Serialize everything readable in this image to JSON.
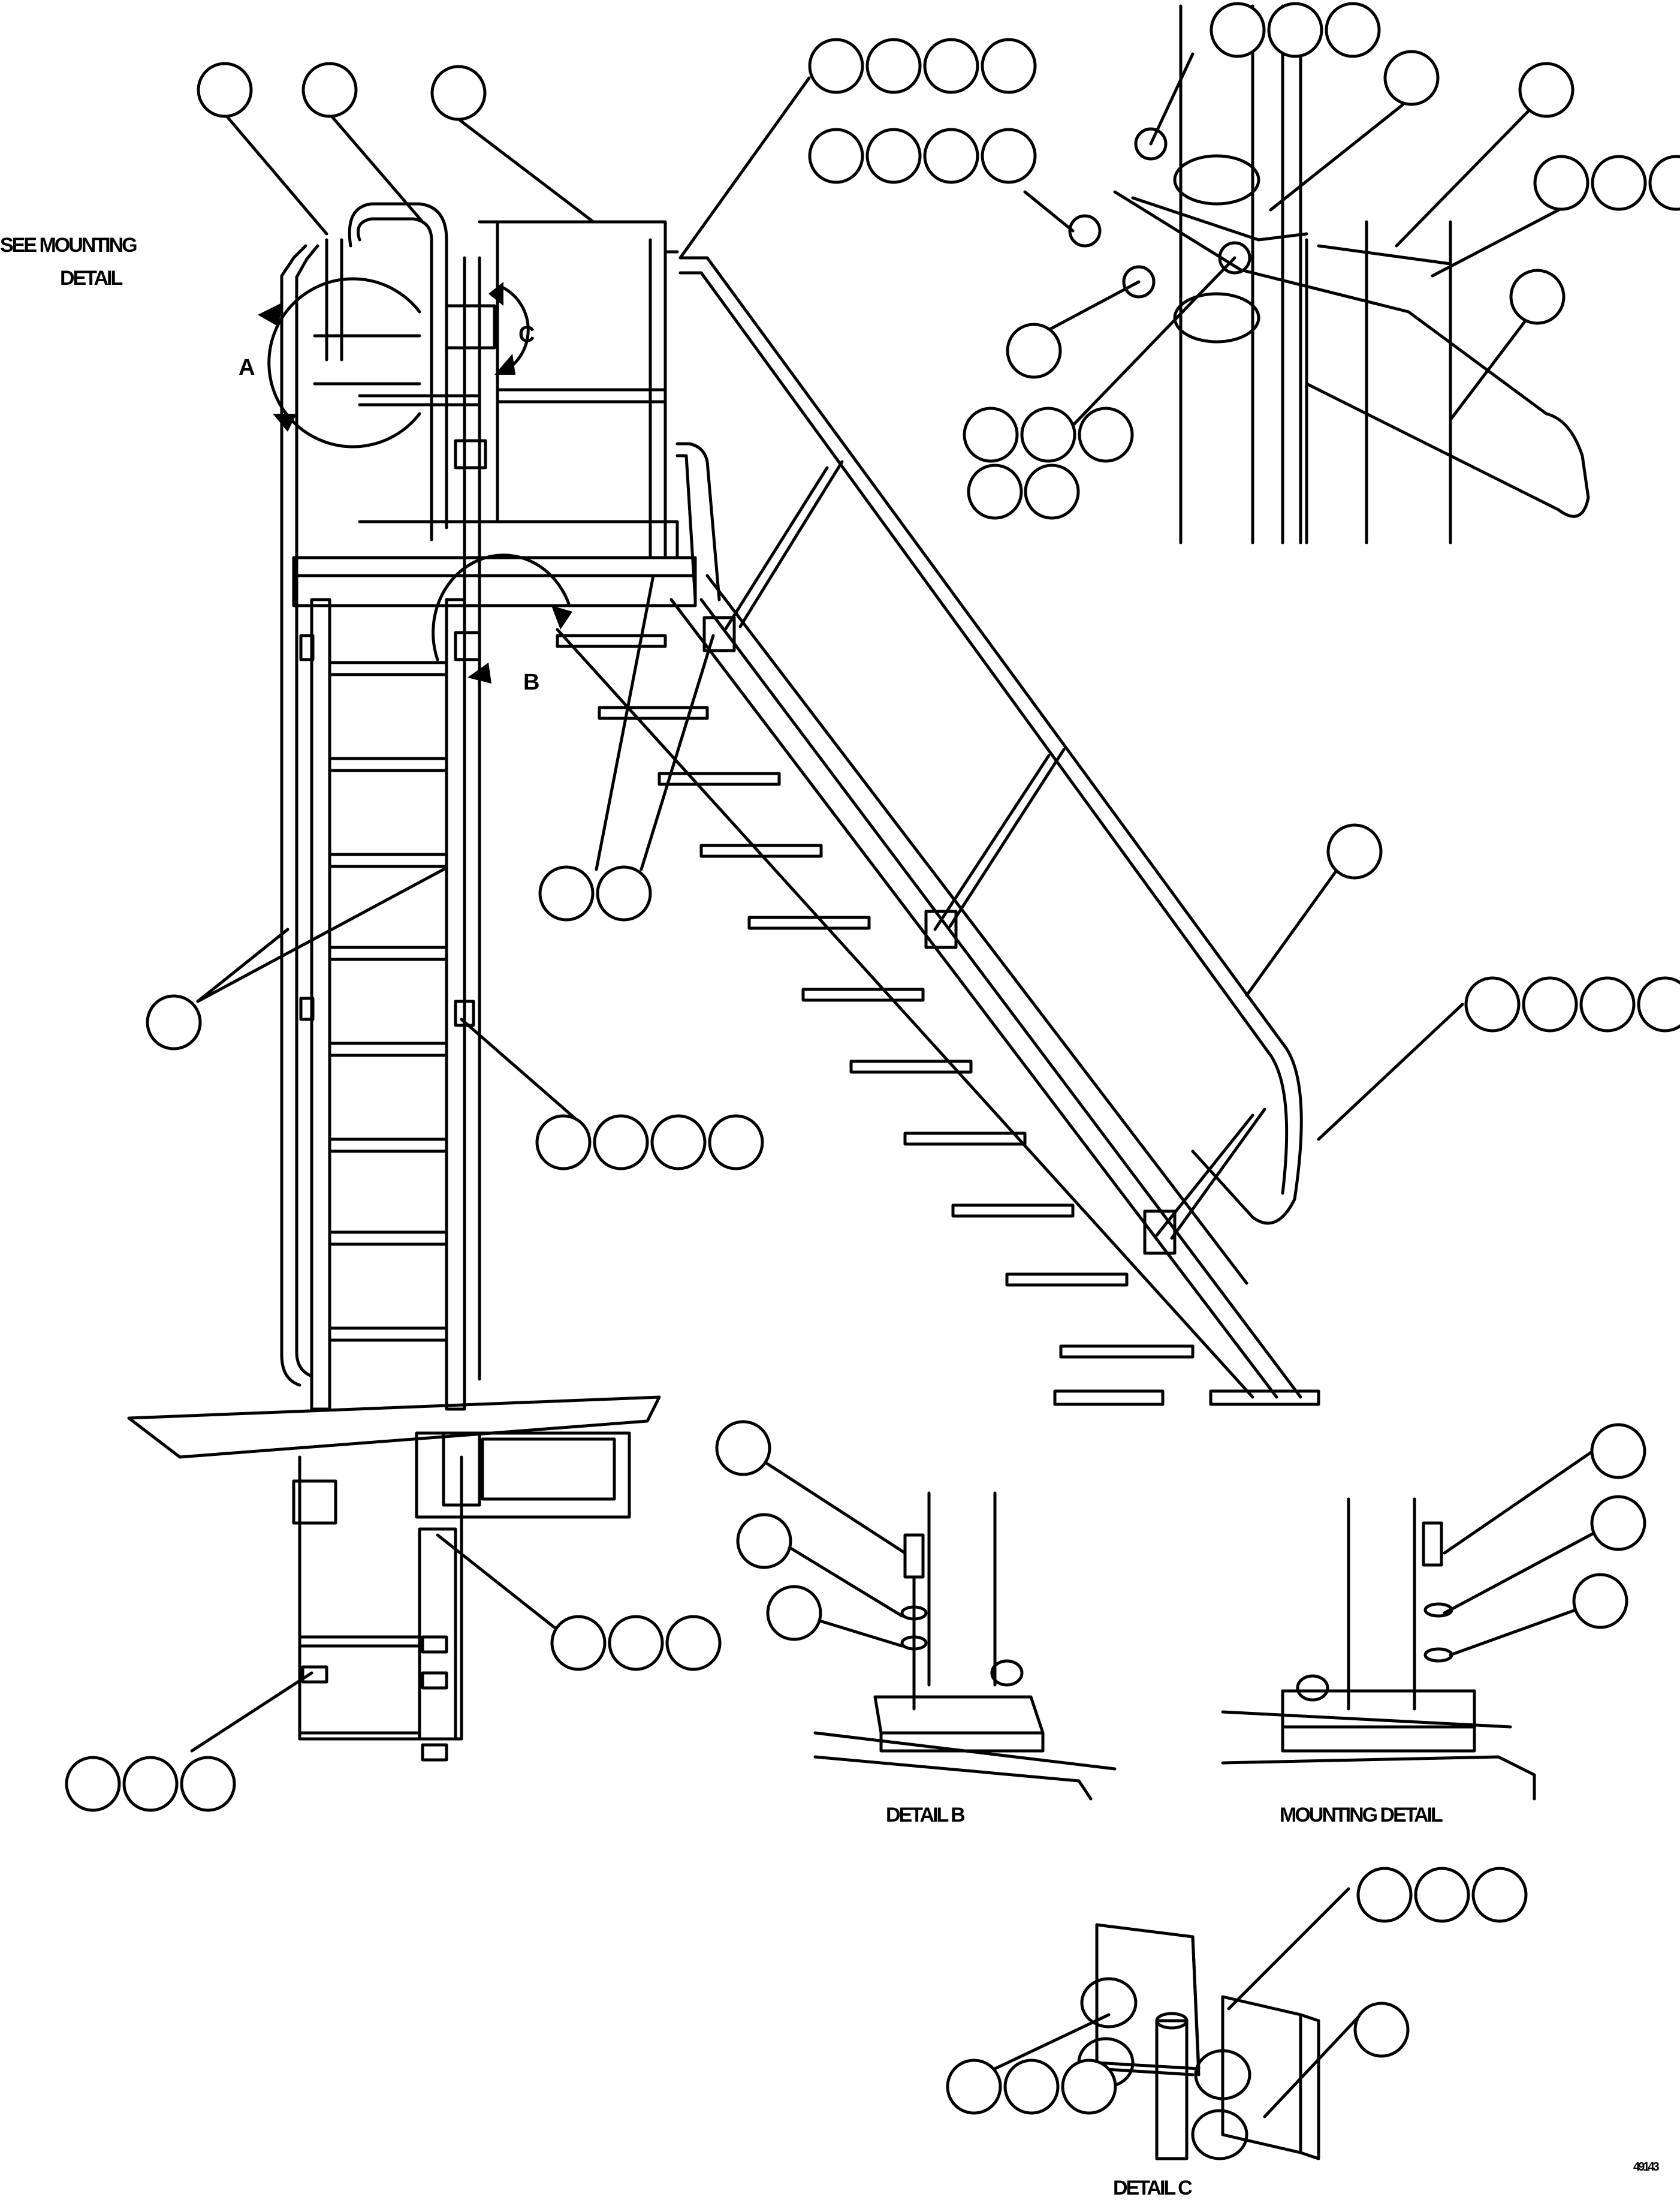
{
  "labels": {
    "see_mounting": "SEE MOUNTING",
    "detail_word": "DETAIL",
    "view_a": "A",
    "view_b": "B",
    "view_c": "C",
    "detail_b": "DETAIL B",
    "mounting_detail": "MOUNTING DETAIL",
    "detail_c": "DETAIL C",
    "figure_id": "49143"
  },
  "callouts": [
    {
      "id": "callout-1",
      "count": 1
    },
    {
      "id": "callout-2",
      "count": 1
    },
    {
      "id": "callout-3",
      "count": 1
    },
    {
      "id": "callout-4",
      "count": 4
    },
    {
      "id": "callout-5",
      "count": 4
    },
    {
      "id": "callout-6",
      "count": 3
    },
    {
      "id": "callout-7",
      "count": 1
    },
    {
      "id": "callout-8",
      "count": 1
    },
    {
      "id": "callout-9",
      "count": 3
    },
    {
      "id": "callout-10",
      "count": 1
    },
    {
      "id": "callout-11",
      "count": 1
    },
    {
      "id": "callout-12",
      "count": 5
    },
    {
      "id": "callout-13",
      "count": 2
    },
    {
      "id": "callout-14",
      "count": 1
    },
    {
      "id": "callout-15",
      "count": 1
    },
    {
      "id": "callout-16",
      "count": 4
    },
    {
      "id": "callout-17",
      "count": 4
    },
    {
      "id": "callout-18",
      "count": 3
    },
    {
      "id": "callout-19",
      "count": 3
    },
    {
      "id": "callout-20",
      "count": 1
    },
    {
      "id": "callout-21",
      "count": 1
    },
    {
      "id": "callout-22",
      "count": 1
    },
    {
      "id": "callout-23",
      "count": 1
    },
    {
      "id": "callout-24",
      "count": 1
    },
    {
      "id": "callout-25",
      "count": 1
    },
    {
      "id": "callout-26",
      "count": 3
    },
    {
      "id": "callout-27",
      "count": 1
    },
    {
      "id": "callout-28",
      "count": 3
    }
  ],
  "colors": {
    "ink": "#000000",
    "paper": "#ffffff"
  }
}
